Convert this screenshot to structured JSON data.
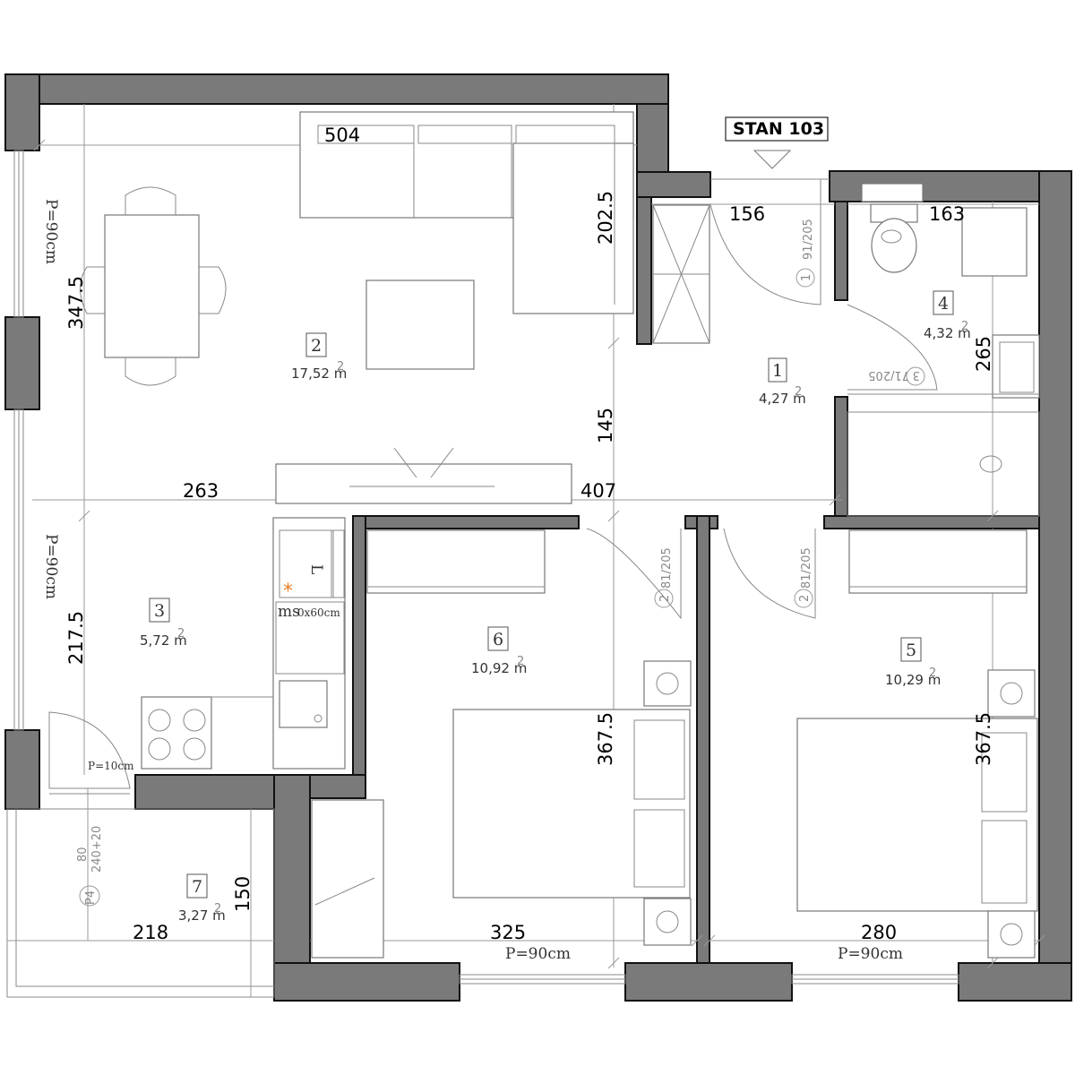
{
  "title": "STAN 103",
  "rooms": [
    {
      "num": "1",
      "area": "4,27 m",
      "sup": "2"
    },
    {
      "num": "2",
      "area": "17,52 m",
      "sup": "2"
    },
    {
      "num": "3",
      "area": "5,72 m",
      "sup": "2"
    },
    {
      "num": "4",
      "area": "4,32 m",
      "sup": "2"
    },
    {
      "num": "5",
      "area": "10,29 m",
      "sup": "2"
    },
    {
      "num": "6",
      "area": "10,92 m",
      "sup": "2"
    },
    {
      "num": "7",
      "area": "3,27 m",
      "sup": "2"
    }
  ],
  "dimensions": {
    "d504": "504",
    "d202": "202.5",
    "d347": "347.5",
    "d156": "156",
    "d163": "163",
    "d265": "265",
    "d145": "145",
    "d263": "263",
    "d407": "407",
    "d217": "217.5",
    "d367a": "367.5",
    "d367b": "367.5",
    "d325": "325",
    "d280": "280",
    "d218": "218",
    "d150": "150"
  },
  "doors": {
    "d1": "91/205",
    "d1n": "1",
    "d3": "71/205",
    "d3n": "3",
    "d2a": "81/205",
    "d2an": "2",
    "d2b": "81/205",
    "d2bn": "2"
  },
  "notes": {
    "window_top": "P=90cm",
    "window_mid": "P=90cm",
    "window_bed6": "P=90cm",
    "window_bed5": "P=90cm",
    "balcony_door": "P=10cm",
    "ms": "ms",
    "ms_small": "0x60cm",
    "l_mark": "L",
    "balcony_v1": "80",
    "balcony_v2": "240+20",
    "p4": "P4"
  }
}
